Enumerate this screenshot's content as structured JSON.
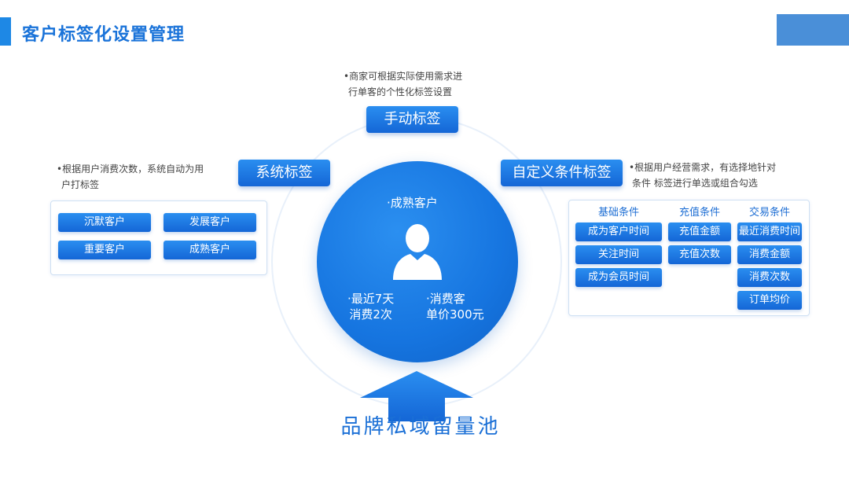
{
  "header": {
    "title": "客户标签化设置管理"
  },
  "center": {
    "top_label": "·成熟客户",
    "left_line1": "·最近7天",
    "left_line2": "消费2次",
    "right_line1": "·消费客",
    "right_line2": "单价300元"
  },
  "tags": {
    "manual": "手动标签",
    "system": "系统标签",
    "custom": "自定义条件标签"
  },
  "notes": {
    "manual_line1": "•商家可根据实际使用需求进",
    "manual_line2": "行单客的个性化标签设置",
    "system_line1": "•根据用户消费次数，系统自动为用",
    "system_line2": "户打标签",
    "custom_line1": "•根据用户经营需求，有选择地针对",
    "custom_line2": "条件  标签进行单选或组合勾选"
  },
  "system_chips": [
    "沉默客户",
    "发展客户",
    "重要客户",
    "成熟客户"
  ],
  "custom_panel": {
    "columns": [
      {
        "header": "基础条件",
        "items": [
          "成为客户时间",
          "关注时间",
          "成为会员时间"
        ]
      },
      {
        "header": "充值条件",
        "items": [
          "充值金额",
          "充值次数"
        ]
      },
      {
        "header": "交易条件",
        "items": [
          "最近消费时间",
          "消费金额",
          "消费次数",
          "订单均价"
        ]
      }
    ]
  },
  "footer": {
    "pool_label": "品牌私域留量池"
  },
  "colors": {
    "accent": "#1a73d9",
    "chip": "#1a7ae6",
    "circle": "#1675e0"
  },
  "icons": {
    "person": "person-silhouette-icon",
    "arrow": "up-arrow-icon"
  }
}
